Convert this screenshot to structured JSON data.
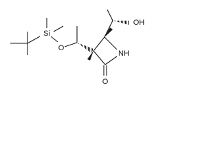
{
  "molecule": {
    "atoms": {
      "si": "Si",
      "o_ether": "O",
      "o_hydroxyl": "OH",
      "n_ring": "NH",
      "o_carbonyl": "O"
    },
    "colors": {
      "bond": "#1a1a1a",
      "text": "#1a1a1a",
      "background": "#ffffff"
    }
  }
}
